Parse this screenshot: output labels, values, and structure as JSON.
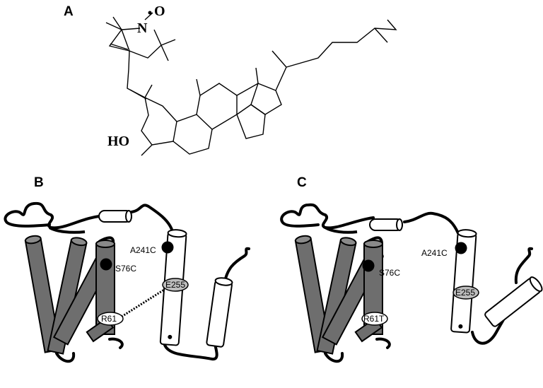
{
  "panels": {
    "a": {
      "label": "A"
    },
    "b": {
      "label": "B"
    },
    "c": {
      "label": "C"
    }
  },
  "molecule": {
    "nitroxide_n": "N",
    "nitroxide_o": "O",
    "hydroxyl": "HO"
  },
  "panel_b": {
    "residue_a241c": "A241C",
    "residue_s76c": "S76C",
    "residue_e255": "E255",
    "residue_r61": "R61"
  },
  "panel_c": {
    "residue_a241c": "A241C",
    "residue_s76c": "S76C",
    "residue_e255": "E255",
    "residue_r61t": "R61T"
  },
  "colors": {
    "helix_gray": "#6e6e6e",
    "helix_white": "#ffffff",
    "ellipse_gray": "#bdbdbd",
    "line": "#000000"
  }
}
